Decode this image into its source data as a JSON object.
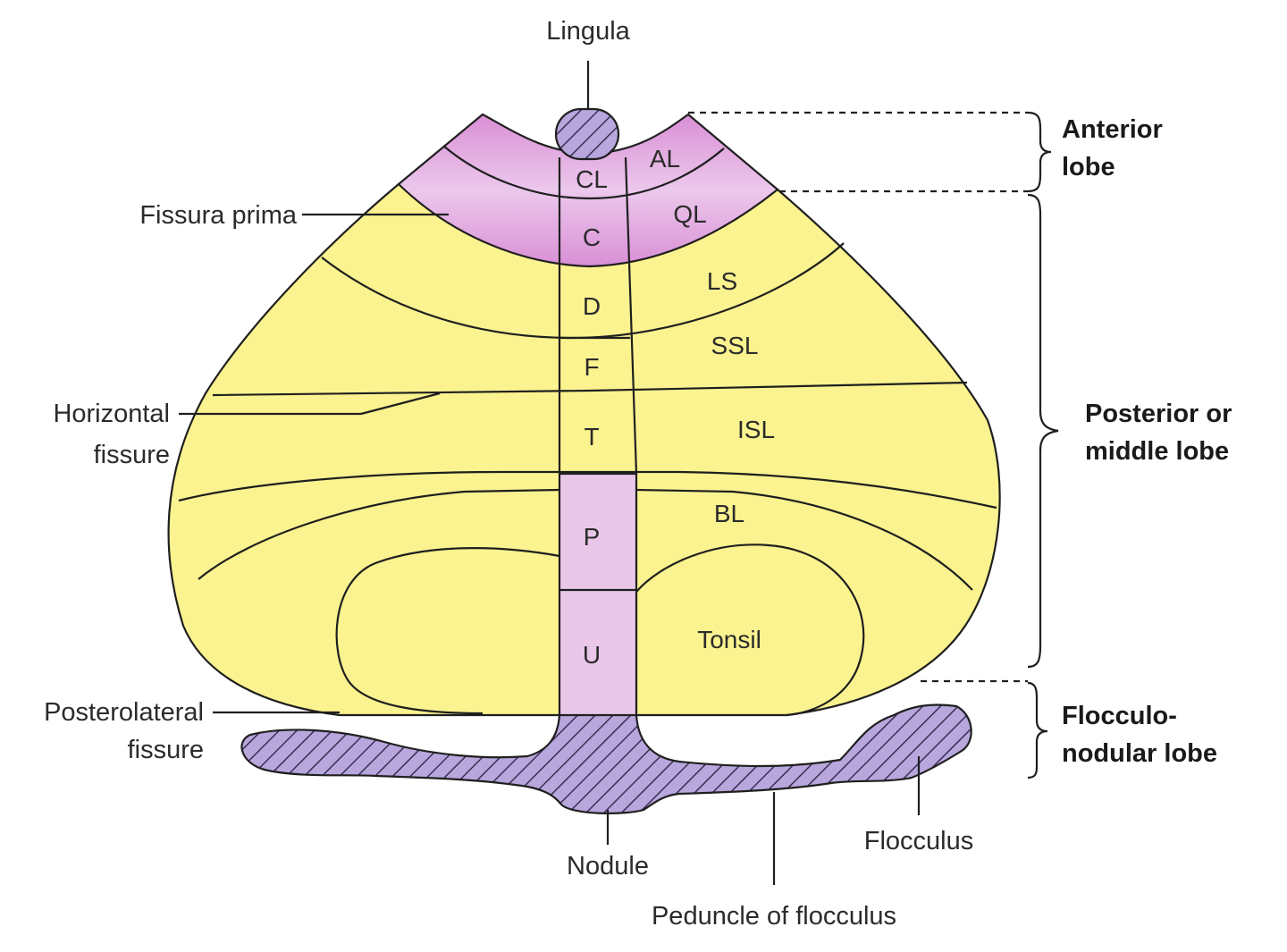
{
  "colors": {
    "posterior_fill": "#fbf38f",
    "anterior_fill": "#e8c7e8",
    "anterior_band": "#d98fd6",
    "vermis_pink": "#e8c7e8",
    "hatched_fill": "#b7a7dc",
    "outline": "#1f1f1f"
  },
  "labels": {
    "lingula": "Lingula",
    "fissura_prima": "Fissura prima",
    "horizontal_fissure_line1": "Horizontal",
    "horizontal_fissure_line2": "fissure",
    "posterolateral_line1": "Posterolateral",
    "posterolateral_line2": "fissure",
    "nodule": "Nodule",
    "peduncle": "Peduncle of flocculus",
    "flocculus": "Flocculus"
  },
  "vermis_segments": [
    "CL",
    "C",
    "D",
    "F",
    "T",
    "P",
    "U"
  ],
  "hemisphere_lobules": [
    "AL",
    "QL",
    "LS",
    "SSL",
    "ISL",
    "BL",
    "Tonsil"
  ],
  "lobes": {
    "anterior_line1": "Anterior",
    "anterior_line2": "lobe",
    "posterior_line1": "Posterior or",
    "posterior_line2": "middle lobe",
    "floccular_line1": "Flocculo-",
    "floccular_line2": "nodular lobe"
  }
}
